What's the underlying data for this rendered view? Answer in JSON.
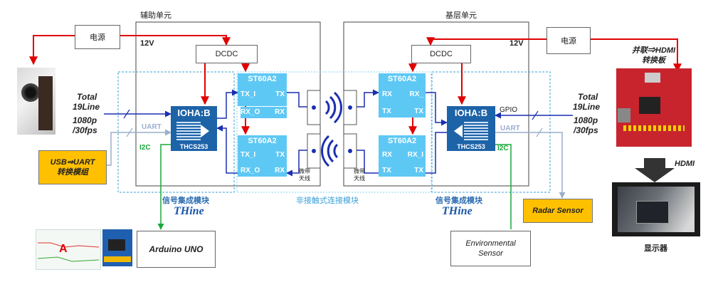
{
  "units": {
    "left_title": "辅助单元",
    "right_title": "基层单元"
  },
  "power": {
    "label": "电源",
    "voltage": "12V",
    "dcdc": "DCDC"
  },
  "ioha": {
    "title": "IOHA:B",
    "part": "THCS253"
  },
  "st": {
    "chip": "ST60A2",
    "tx_i": "TX_I",
    "rx_o": "RX_O",
    "tx": "TX",
    "rx": "RX",
    "rx_t": "RX_",
    "rx_i": "RX_I"
  },
  "antenna": "微带\n天线",
  "left_io": {
    "total": "Total",
    "lines": "19Line",
    "res": "1080p",
    "fps": "/30fps",
    "uart": "UART",
    "i2c": "I2C"
  },
  "right_io": {
    "total": "Total",
    "lines": "19Line",
    "res": "1080p",
    "fps": "/30fps",
    "uart": "UART",
    "i2c": "I2C",
    "gpio": "GPIO"
  },
  "modules": {
    "signal": "信号集成模块",
    "brand": "THine",
    "contactless": "非接触式连接模块"
  },
  "peripherals": {
    "usb_uart": "USB⇒UART\n转换模组",
    "arduino": "Arduino UNO",
    "radar": "Radar Sensor",
    "env": "Environmental\nSensor",
    "hdmi_board": "并联⇒HDMI\n转换板",
    "hdmi": "HDMI",
    "display": "显示器"
  },
  "colors": {
    "power": "#e00000",
    "signal": "#1a2fb0",
    "i2c": "#1aa83a",
    "uart": "#9aaecb",
    "st": "#5ec8f4",
    "ioha": "#1d63a8",
    "module_border": "#3aa0d8",
    "yellow": "#ffc000"
  }
}
